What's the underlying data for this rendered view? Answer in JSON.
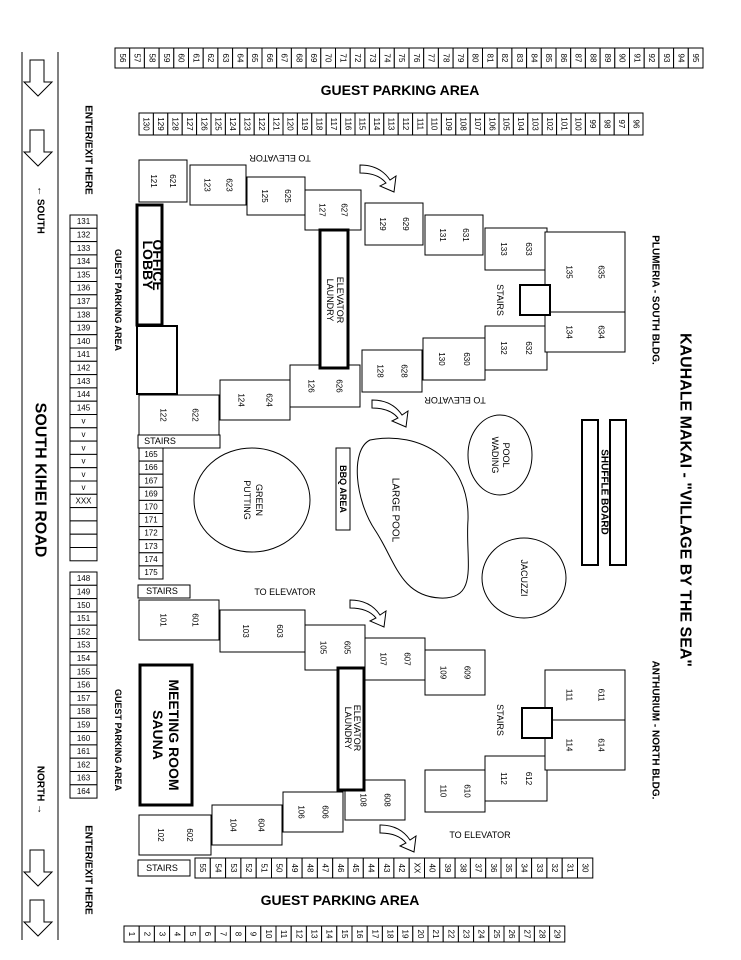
{
  "title": "KAUHALE MAKAI - \"VILLAGE BY THE SEA\"",
  "buildings": {
    "south": "PLUMERIA - SOUTH BLDG.",
    "north": "ANTHURIUM - NORTH BLDG."
  },
  "road": "SOUTH KIHEI ROAD",
  "labels": {
    "guest_parking": "GUEST PARKING AREA",
    "enter_exit": "ENTER/EXIT HERE",
    "south_arrow": "← SOUTH",
    "north_arrow": "NORTH →",
    "lobby": "LOBBY",
    "office": "OFFICE",
    "sauna": "SAUNA",
    "meeting_room": "MEETING ROOM",
    "laundry": "LAUNDRY",
    "elevator": "ELEVATOR",
    "stairs": "STAIRS",
    "to_elevator": "TO ELEVATOR",
    "wading": "WADING",
    "pool": "POOL",
    "large_pool": "LARGE POOL",
    "putting": "PUTTING",
    "green": "GREEN",
    "bbq": "BBQ AREA",
    "jacuzzi": "JACUZZI",
    "shuffle": "SHUFFLE BOARD",
    "reserved": "XXX",
    "x": "x"
  },
  "parking": {
    "top": [
      "56",
      "57",
      "58",
      "59",
      "60",
      "61",
      "62",
      "63",
      "64",
      "65",
      "66",
      "67",
      "68",
      "69",
      "70",
      "71",
      "72",
      "73",
      "74",
      "75",
      "76",
      "77",
      "78",
      "79",
      "80",
      "81",
      "82",
      "83",
      "84",
      "85",
      "86",
      "87",
      "88",
      "89",
      "90",
      "91",
      "92",
      "93",
      "94",
      "95"
    ],
    "second": [
      "130",
      "129",
      "128",
      "127",
      "126",
      "125",
      "124",
      "123",
      "122",
      "121",
      "120",
      "119",
      "118",
      "117",
      "116",
      "115",
      "114",
      "113",
      "112",
      "111",
      "110",
      "109",
      "108",
      "107",
      "106",
      "105",
      "104",
      "103",
      "102",
      "101",
      "100",
      "99",
      "98",
      "97",
      "96"
    ],
    "left_south": [
      "131",
      "132",
      "133",
      "134",
      "135",
      "136",
      "137",
      "138",
      "139",
      "140",
      "141",
      "142",
      "143",
      "144",
      "145",
      "v",
      "v",
      "v",
      "v",
      "v",
      "v",
      "XXX",
      "",
      "",
      "",
      ""
    ],
    "left_north": [
      "148",
      "149",
      "150",
      "151",
      "152",
      "153",
      "154",
      "155",
      "156",
      "157",
      "158",
      "159",
      "160",
      "161",
      "162",
      "163",
      "164"
    ],
    "center_col": [
      "165",
      "166",
      "167",
      "169",
      "170",
      "171",
      "172",
      "173",
      "174",
      "175"
    ],
    "bottom_upper": [
      "55",
      "54",
      "53",
      "52",
      "51",
      "50",
      "49",
      "48",
      "47",
      "46",
      "45",
      "44",
      "43",
      "42",
      "XX",
      "40",
      "39",
      "38",
      "37",
      "36",
      "35",
      "34",
      "33",
      "32",
      "31",
      "30"
    ],
    "bottom_lower": [
      "1",
      "2",
      "3",
      "4",
      "5",
      "6",
      "7",
      "8",
      "9",
      "10",
      "11",
      "12",
      "13",
      "14",
      "15",
      "16",
      "17",
      "18",
      "19",
      "20",
      "21",
      "22",
      "23",
      "24",
      "25",
      "26",
      "27",
      "28",
      "29"
    ]
  },
  "units": {
    "south_top": [
      [
        "121",
        "621"
      ],
      [
        "123",
        "623"
      ],
      [
        "125",
        "625"
      ],
      [
        "127",
        "627"
      ],
      [
        "129",
        "629"
      ],
      [
        "131",
        "631"
      ],
      [
        "133",
        "633"
      ],
      [
        "135",
        "635"
      ]
    ],
    "south_bottom": [
      [
        "122",
        "622"
      ],
      [
        "124",
        "624"
      ],
      [
        "126",
        "626"
      ],
      [
        "128",
        "628"
      ],
      [
        "130",
        "630"
      ],
      [
        "132",
        "632"
      ],
      [
        "134",
        "634"
      ]
    ],
    "north_top": [
      [
        "101",
        "601"
      ],
      [
        "103",
        "603"
      ],
      [
        "105",
        "605"
      ],
      [
        "107",
        "607"
      ],
      [
        "109",
        "609"
      ],
      [
        "111",
        "611"
      ]
    ],
    "north_bottom": [
      [
        "102",
        "602"
      ],
      [
        "104",
        "604"
      ],
      [
        "106",
        "606"
      ],
      [
        "108",
        "608"
      ],
      [
        "110",
        "610"
      ],
      [
        "112",
        "612"
      ],
      [
        "114",
        "614"
      ]
    ]
  }
}
